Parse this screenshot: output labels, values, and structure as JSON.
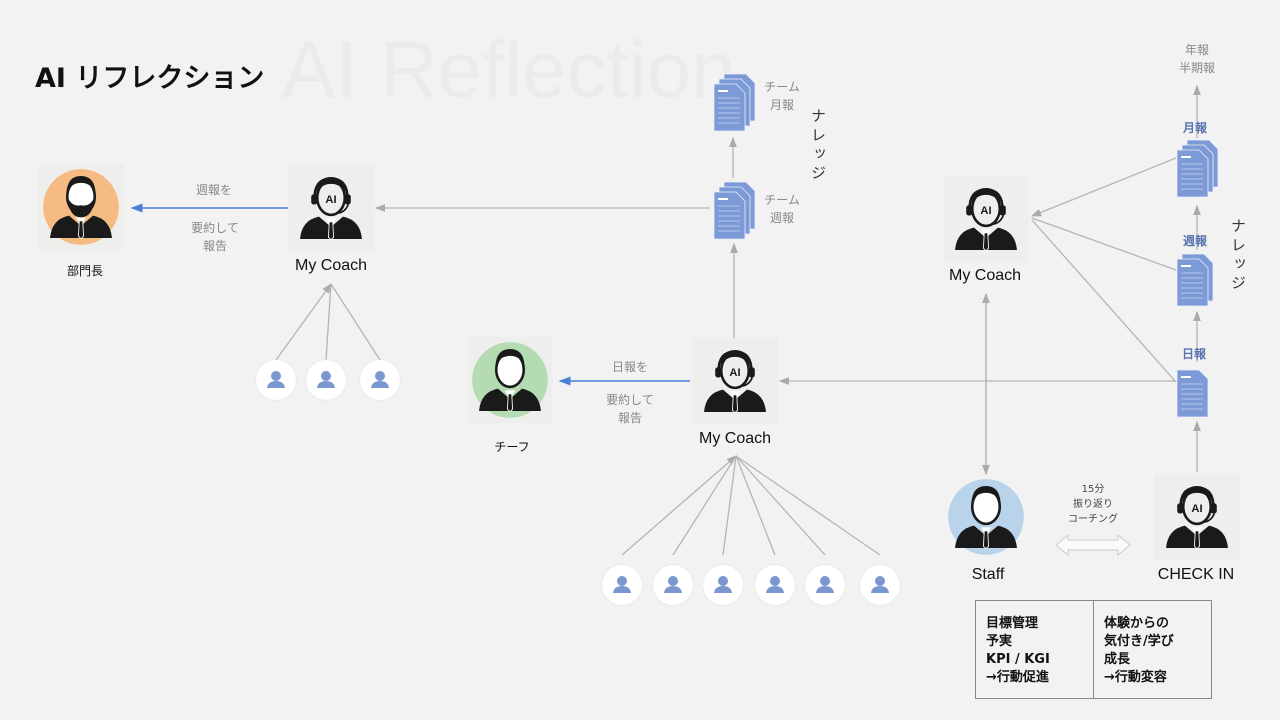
{
  "watermark": "AI Reflection",
  "title": "AI リフレクション",
  "nodes": {
    "dept_head": "部門長",
    "chief": "チーフ",
    "coach": "My Coach",
    "staff": "Staff",
    "check_in": "CHECK IN",
    "ai_badge": "AI"
  },
  "edges": {
    "weekly_summary": [
      "週報を",
      "要約して",
      "報告"
    ],
    "daily_summary": [
      "日報を",
      "要約して",
      "報告"
    ],
    "coaching": [
      "15分",
      "振り返り",
      "コーチング"
    ]
  },
  "docs": {
    "team_monthly": [
      "チーム",
      "月報"
    ],
    "team_weekly": [
      "チーム",
      "週報"
    ],
    "annual": [
      "年報",
      "半期報"
    ],
    "monthly": "月報",
    "weekly": "週報",
    "daily": "日報",
    "knowledge": "ナレッジ"
  },
  "table": {
    "left": [
      "目標管理",
      "予実",
      "KPI / KGI",
      "→行動促進"
    ],
    "right": [
      "体験からの",
      "気付き/学び",
      "成長",
      "→行動変容"
    ]
  },
  "colors": {
    "dept_head": "#f6bb82",
    "chief": "#b5dbb3",
    "staff": "#b9d3ea",
    "arrow_blue": "#4a7fd6",
    "doc": "#7c9ad6"
  }
}
